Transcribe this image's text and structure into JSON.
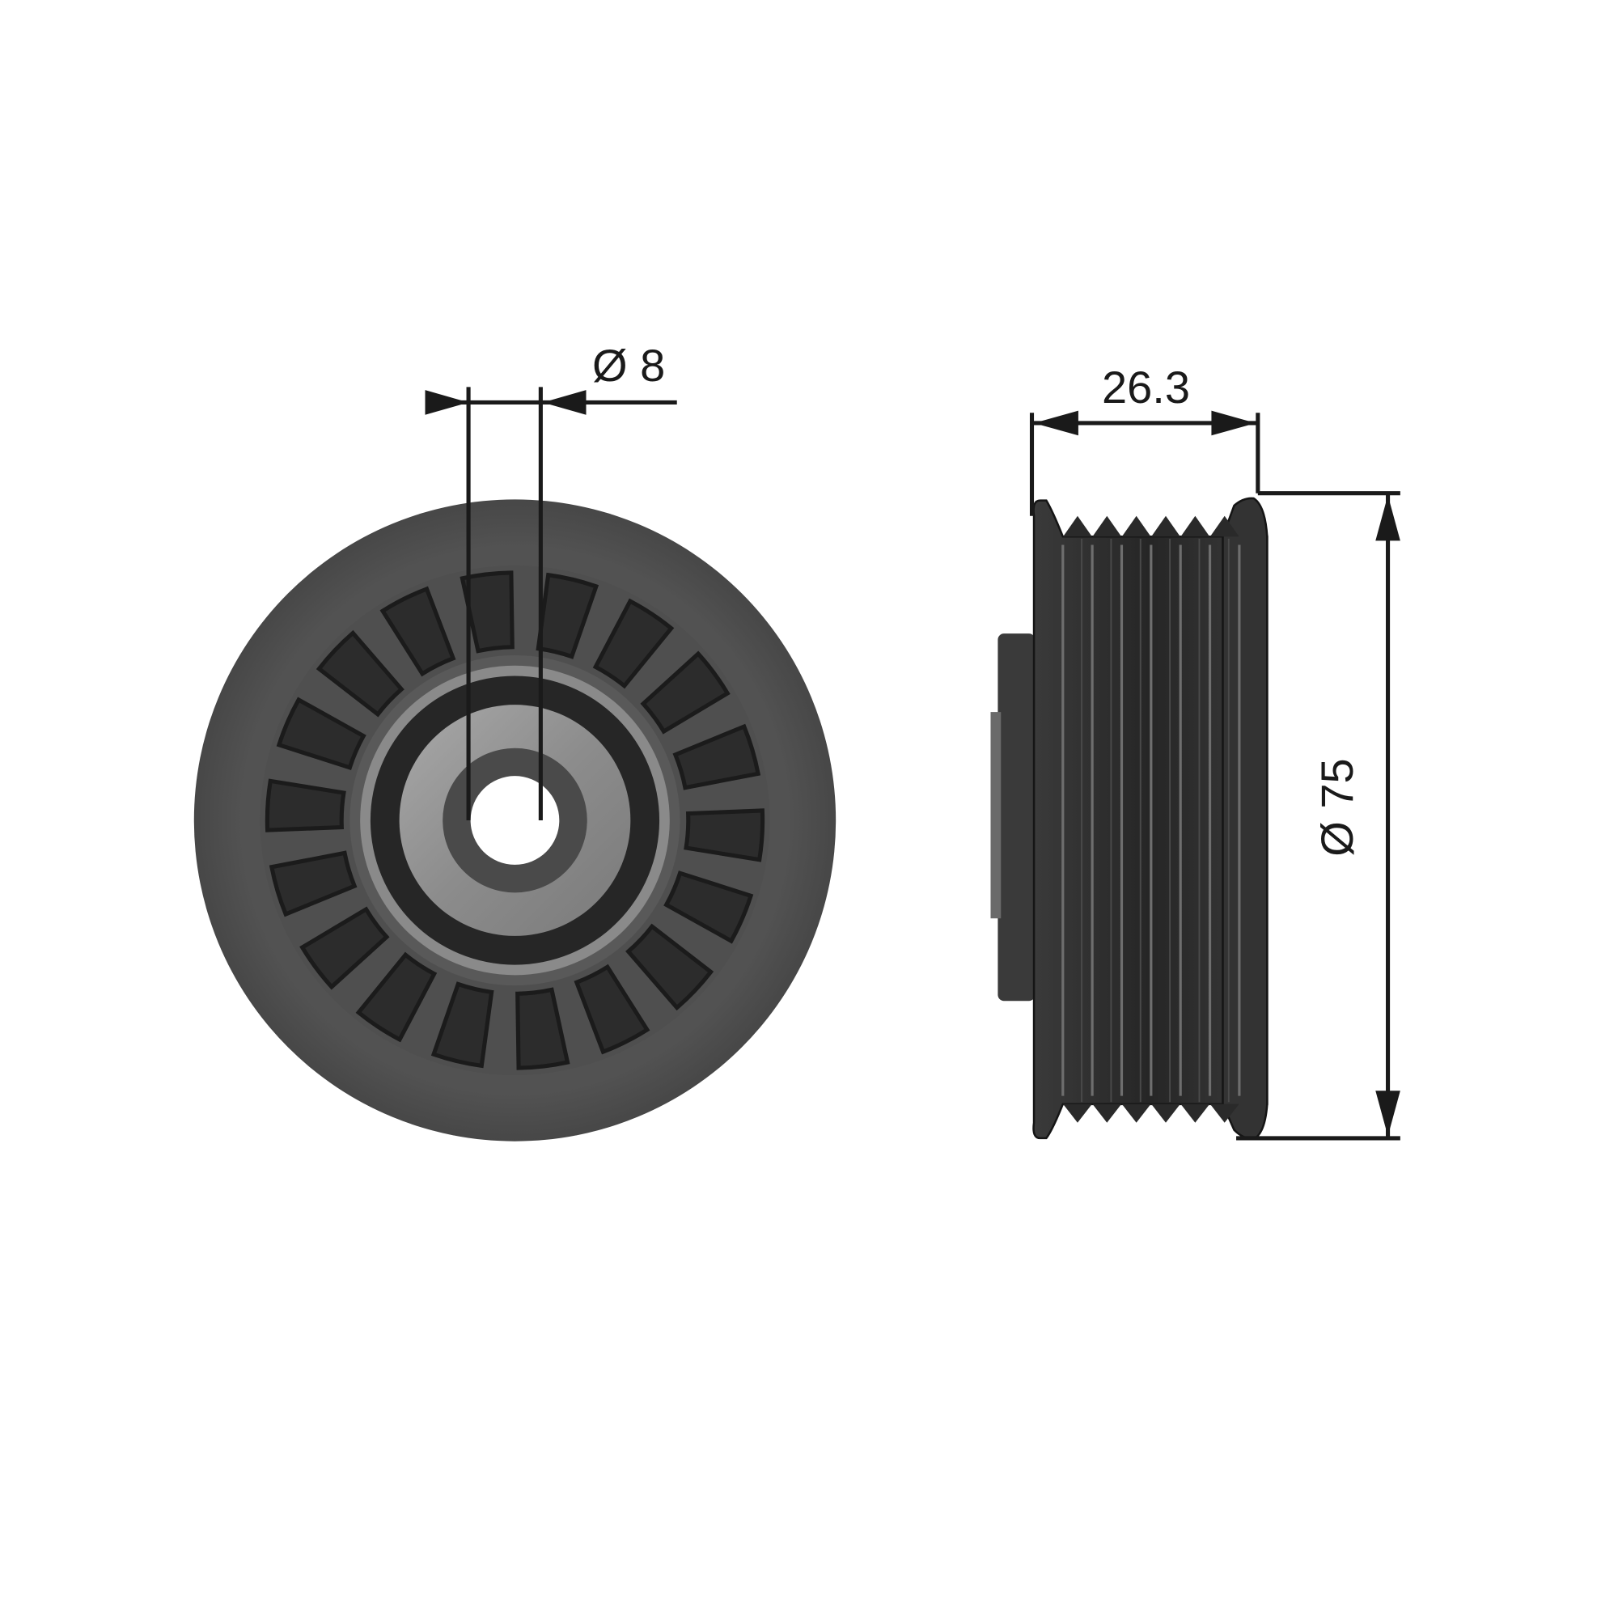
{
  "drawing": {
    "subject": "belt idler pulley",
    "views": [
      {
        "name": "front-view",
        "description": "front face with spoked hub and central bearing"
      },
      {
        "name": "side-view",
        "description": "side profile with ribbed (poly-V) belt surface"
      }
    ]
  },
  "dimensions": {
    "bore": {
      "symbol": "Ø",
      "value": "8",
      "label": "Ø 8"
    },
    "width": {
      "value": "26.3",
      "label": "26.3"
    },
    "outer_diameter": {
      "symbol": "Ø",
      "value": "75",
      "label": "Ø 75"
    }
  },
  "features": {
    "front_spoke_count": 18,
    "side_rib_count": 6
  },
  "colors": {
    "background": "#ffffff",
    "line": "#1a1a1a",
    "pulley_outer": "#505050",
    "pulley_pocket": "#2b2b2b",
    "bearing_race": "#8e8e8e",
    "bearing_seal": "#262626",
    "ribs": "#1f1f1f"
  }
}
